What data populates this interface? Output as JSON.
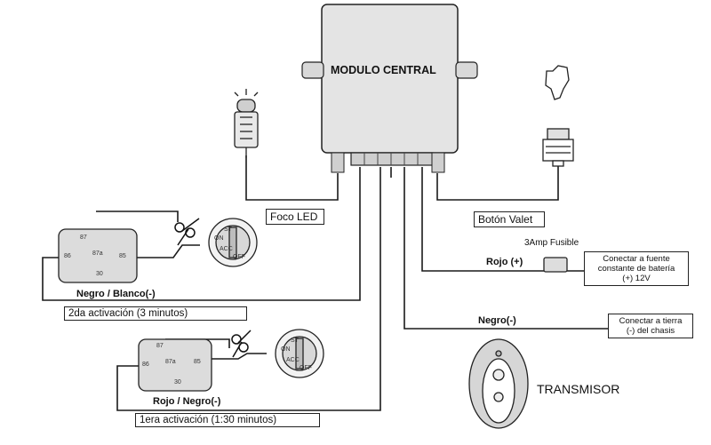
{
  "module": {
    "title": "MODULO CENTRAL"
  },
  "led": {
    "label": "Foco LED"
  },
  "valet": {
    "label": "Botón Valet"
  },
  "fuse": {
    "label": "3Amp Fusible"
  },
  "wires": {
    "red": "Rojo (+)",
    "black": "Negro(-)",
    "relay1_wire": "Negro / Blanco(-)",
    "relay2_wire": "Rojo / Negro(-)"
  },
  "notes": {
    "power": [
      "Conectar a fuente",
      "constante de batería",
      "(+) 12V"
    ],
    "ground": [
      "Conectar a tierra",
      "(-) del chasis"
    ]
  },
  "activations": {
    "second": "2da activación (3 minutos)",
    "first": "1era activación (1:30 minutos)"
  },
  "relay_pins": {
    "p87": "87",
    "p87a": "87a",
    "p85": "85",
    "p86": "86",
    "p30": "30"
  },
  "ignition_marks": [
    "ST",
    "ON",
    "ACC",
    "OFF"
  ],
  "transmitter": {
    "label": "TRANSMISOR"
  },
  "colors": {
    "line": "#1a1a1a",
    "relay_fill": "#dcdcdc",
    "module_fill": "#e4e4e4",
    "bg": "#ffffff"
  }
}
